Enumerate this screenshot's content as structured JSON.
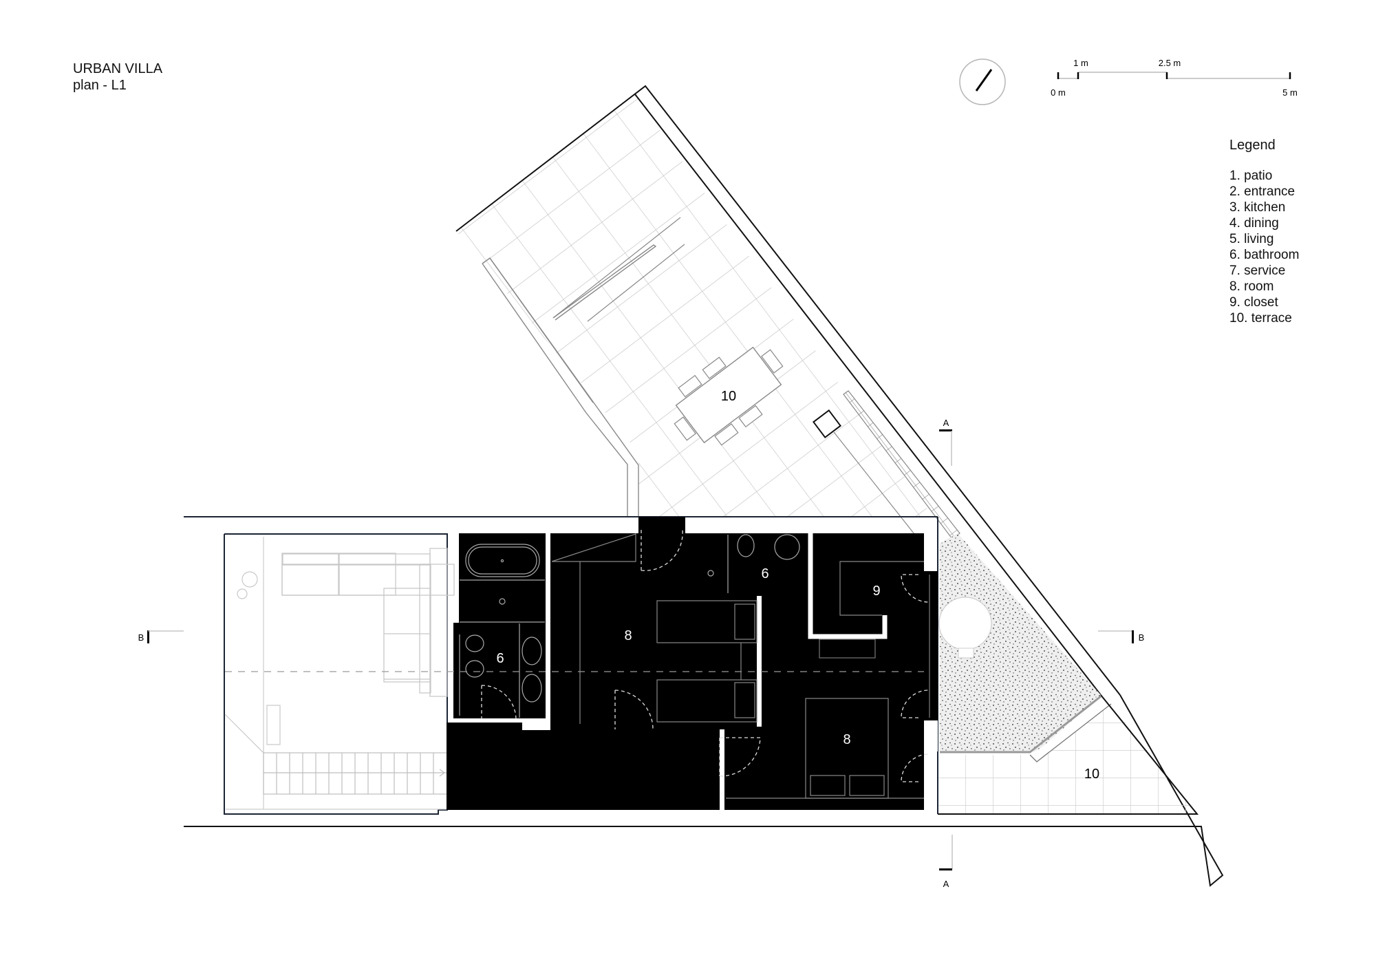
{
  "header": {
    "title": "URBAN VILLA",
    "subtitle": "plan - L1"
  },
  "scale_bar": {
    "label_0": "0 m",
    "label_1": "1 m",
    "label_2_5": "2.5 m",
    "label_5": "5 m"
  },
  "compass": {
    "icon": "north-arrow-icon"
  },
  "legend": {
    "heading": "Legend",
    "items": [
      {
        "num": "1.",
        "label": "patio"
      },
      {
        "num": "2.",
        "label": "entrance"
      },
      {
        "num": "3.",
        "label": "kitchen"
      },
      {
        "num": "4.",
        "label": "dining"
      },
      {
        "num": "5.",
        "label": "living"
      },
      {
        "num": "6.",
        "label": "bathroom"
      },
      {
        "num": "7.",
        "label": "service"
      },
      {
        "num": "8.",
        "label": "room"
      },
      {
        "num": "9.",
        "label": "closet"
      },
      {
        "num": "10.",
        "label": "terrace"
      }
    ]
  },
  "section_markers": {
    "a_top": "A",
    "a_bottom": "A",
    "b_left": "B",
    "b_right": "B"
  },
  "rooms": {
    "bathroom_left": "6",
    "room_left": "8",
    "bathroom_top": "6",
    "closet": "9",
    "room_right": "8",
    "terrace_upper": "10",
    "terrace_lower": "10"
  },
  "colors": {
    "wall_fill": "#000000",
    "line": "#111111",
    "tile_grid": "#c8c8c8",
    "gravel": "#ededed"
  }
}
